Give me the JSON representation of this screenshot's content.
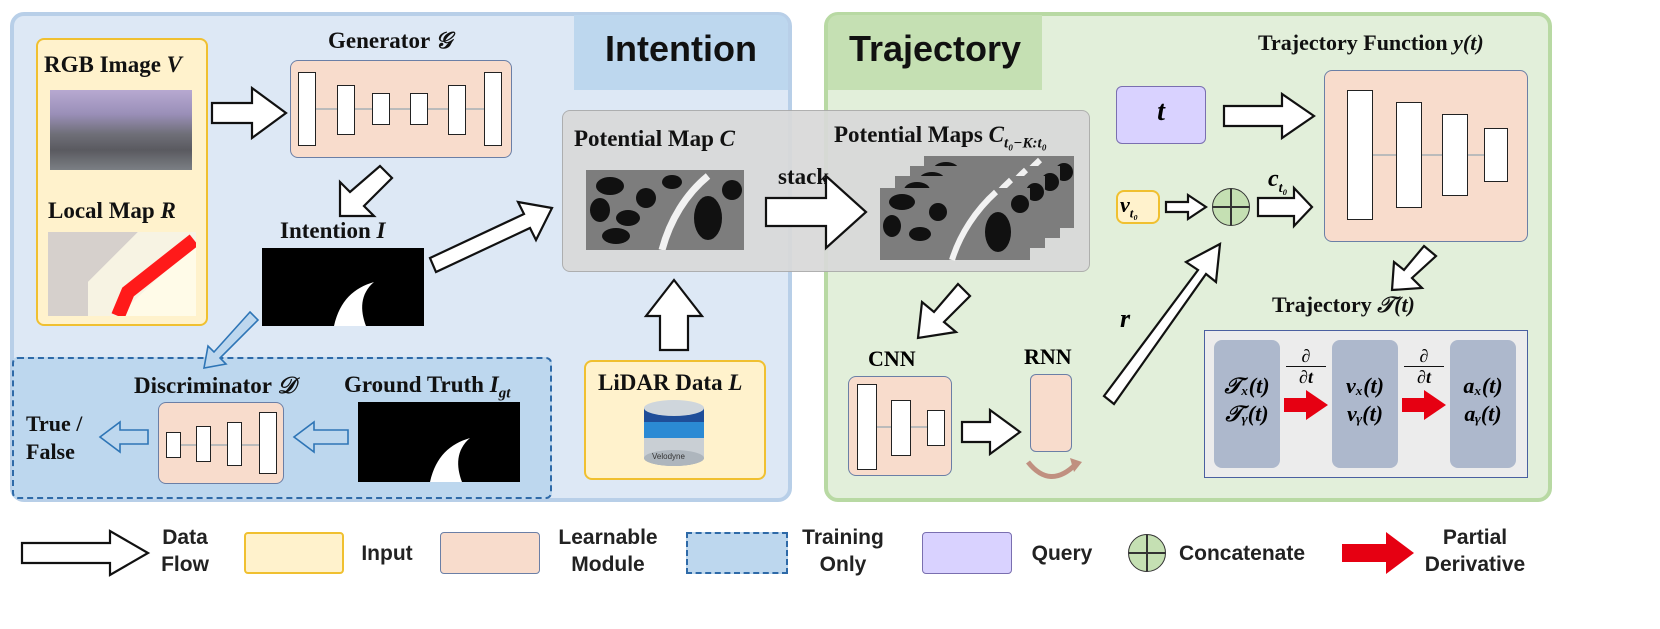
{
  "panels": {
    "intention": "Intention",
    "trajectory": "Trajectory"
  },
  "inputs": {
    "rgb": "RGB Image ",
    "rgb_var": "V",
    "local_map": "Local Map ",
    "local_map_var": "R",
    "lidar": "LiDAR Data ",
    "lidar_var": "L",
    "lidar_brand": "Velodyne"
  },
  "modules": {
    "generator": "Generator ",
    "generator_var": "𝒢",
    "intention": "Intention ",
    "intention_var": "I",
    "discriminator": "Discriminator ",
    "discriminator_var": "𝒟",
    "ground_truth": "Ground Truth ",
    "ground_truth_var": "I",
    "ground_truth_sub": "gt",
    "true_false_1": "True /",
    "true_false_2": "False",
    "potential_map": "Potential Map ",
    "potential_map_var": "C",
    "potential_maps": "Potential Maps ",
    "potential_maps_var": "C",
    "potential_maps_sub": "t₀−K:t₀",
    "stack": "stack",
    "cnn": "CNN",
    "rnn": "RNN",
    "r_label": "r",
    "t_query": "t",
    "v_label": "v",
    "v_sub": "t₀",
    "c_label": "c",
    "c_sub": "t₀",
    "traj_function": "Trajectory Function ",
    "traj_function_var": "y(t)",
    "trajectory": "Trajectory ",
    "trajectory_var": "𝒯(t)"
  },
  "derivatives": {
    "col1_line1": "𝒯ₓ(t)",
    "col1_line2": "𝒯ᵧ(t)",
    "col2_line1": "vₓ(t)",
    "col2_line2": "vᵧ(t)",
    "col3_line1": "aₓ(t)",
    "col3_line2": "aᵧ(t)",
    "partial_num": "∂",
    "partial_den": "∂t"
  },
  "legend": {
    "data_flow_1": "Data",
    "data_flow_2": "Flow",
    "input": "Input",
    "learnable_1": "Learnable",
    "learnable_2": "Module",
    "training_1": "Training",
    "training_2": "Only",
    "query": "Query",
    "concatenate": "Concatenate",
    "partial_1": "Partial",
    "partial_2": "Derivative"
  },
  "colors": {
    "intention_panel": "#dde8f5",
    "trajectory_panel": "#e2efda",
    "input": "#fff2cc",
    "learnable": "#f8dccc",
    "training": "#bdd7ee",
    "query": "#d9d2ff",
    "partial_arrow": "#e60012"
  }
}
